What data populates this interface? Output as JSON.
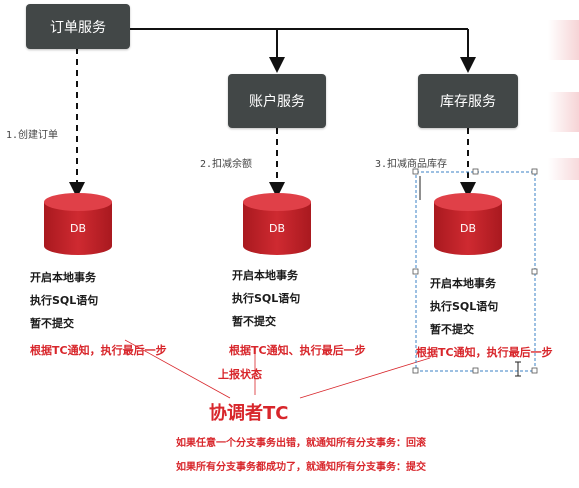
{
  "services": {
    "order": "订单服务",
    "account": "账户服务",
    "inventory": "库存服务"
  },
  "steps": {
    "create_order": "1.创建订单",
    "deduct_balance": "2.扣减余额",
    "deduct_stock": "3.扣减商品库存"
  },
  "db_label": "DB",
  "branches": [
    {
      "open": "开启本地事务",
      "execute": "执行SQL语句",
      "hold": "暂不提交",
      "notify": "根据TC通知，执行最后一步"
    },
    {
      "open": "开启本地事务",
      "execute": "执行SQL语句",
      "hold": "暂不提交",
      "notify": "根据TC通知、执行最后一步"
    },
    {
      "open": "开启本地事务",
      "execute": "执行SQL语句",
      "hold": "暂不提交",
      "notify": "根据TC通知，执行最后一步"
    }
  ],
  "report_status": "上报状态",
  "coordinator": {
    "title": "协调者TC",
    "rule_rollback": "如果任意一个分支事务出错，就通知所有分支事务：回滚",
    "rule_commit": "如果所有分支事务都成功了，就通知所有分支事务：提交"
  },
  "colors": {
    "service_box": "#424747",
    "db_red": "#c8222a",
    "accent_red": "#d8262b",
    "selection_blue": "#3b82c4"
  }
}
